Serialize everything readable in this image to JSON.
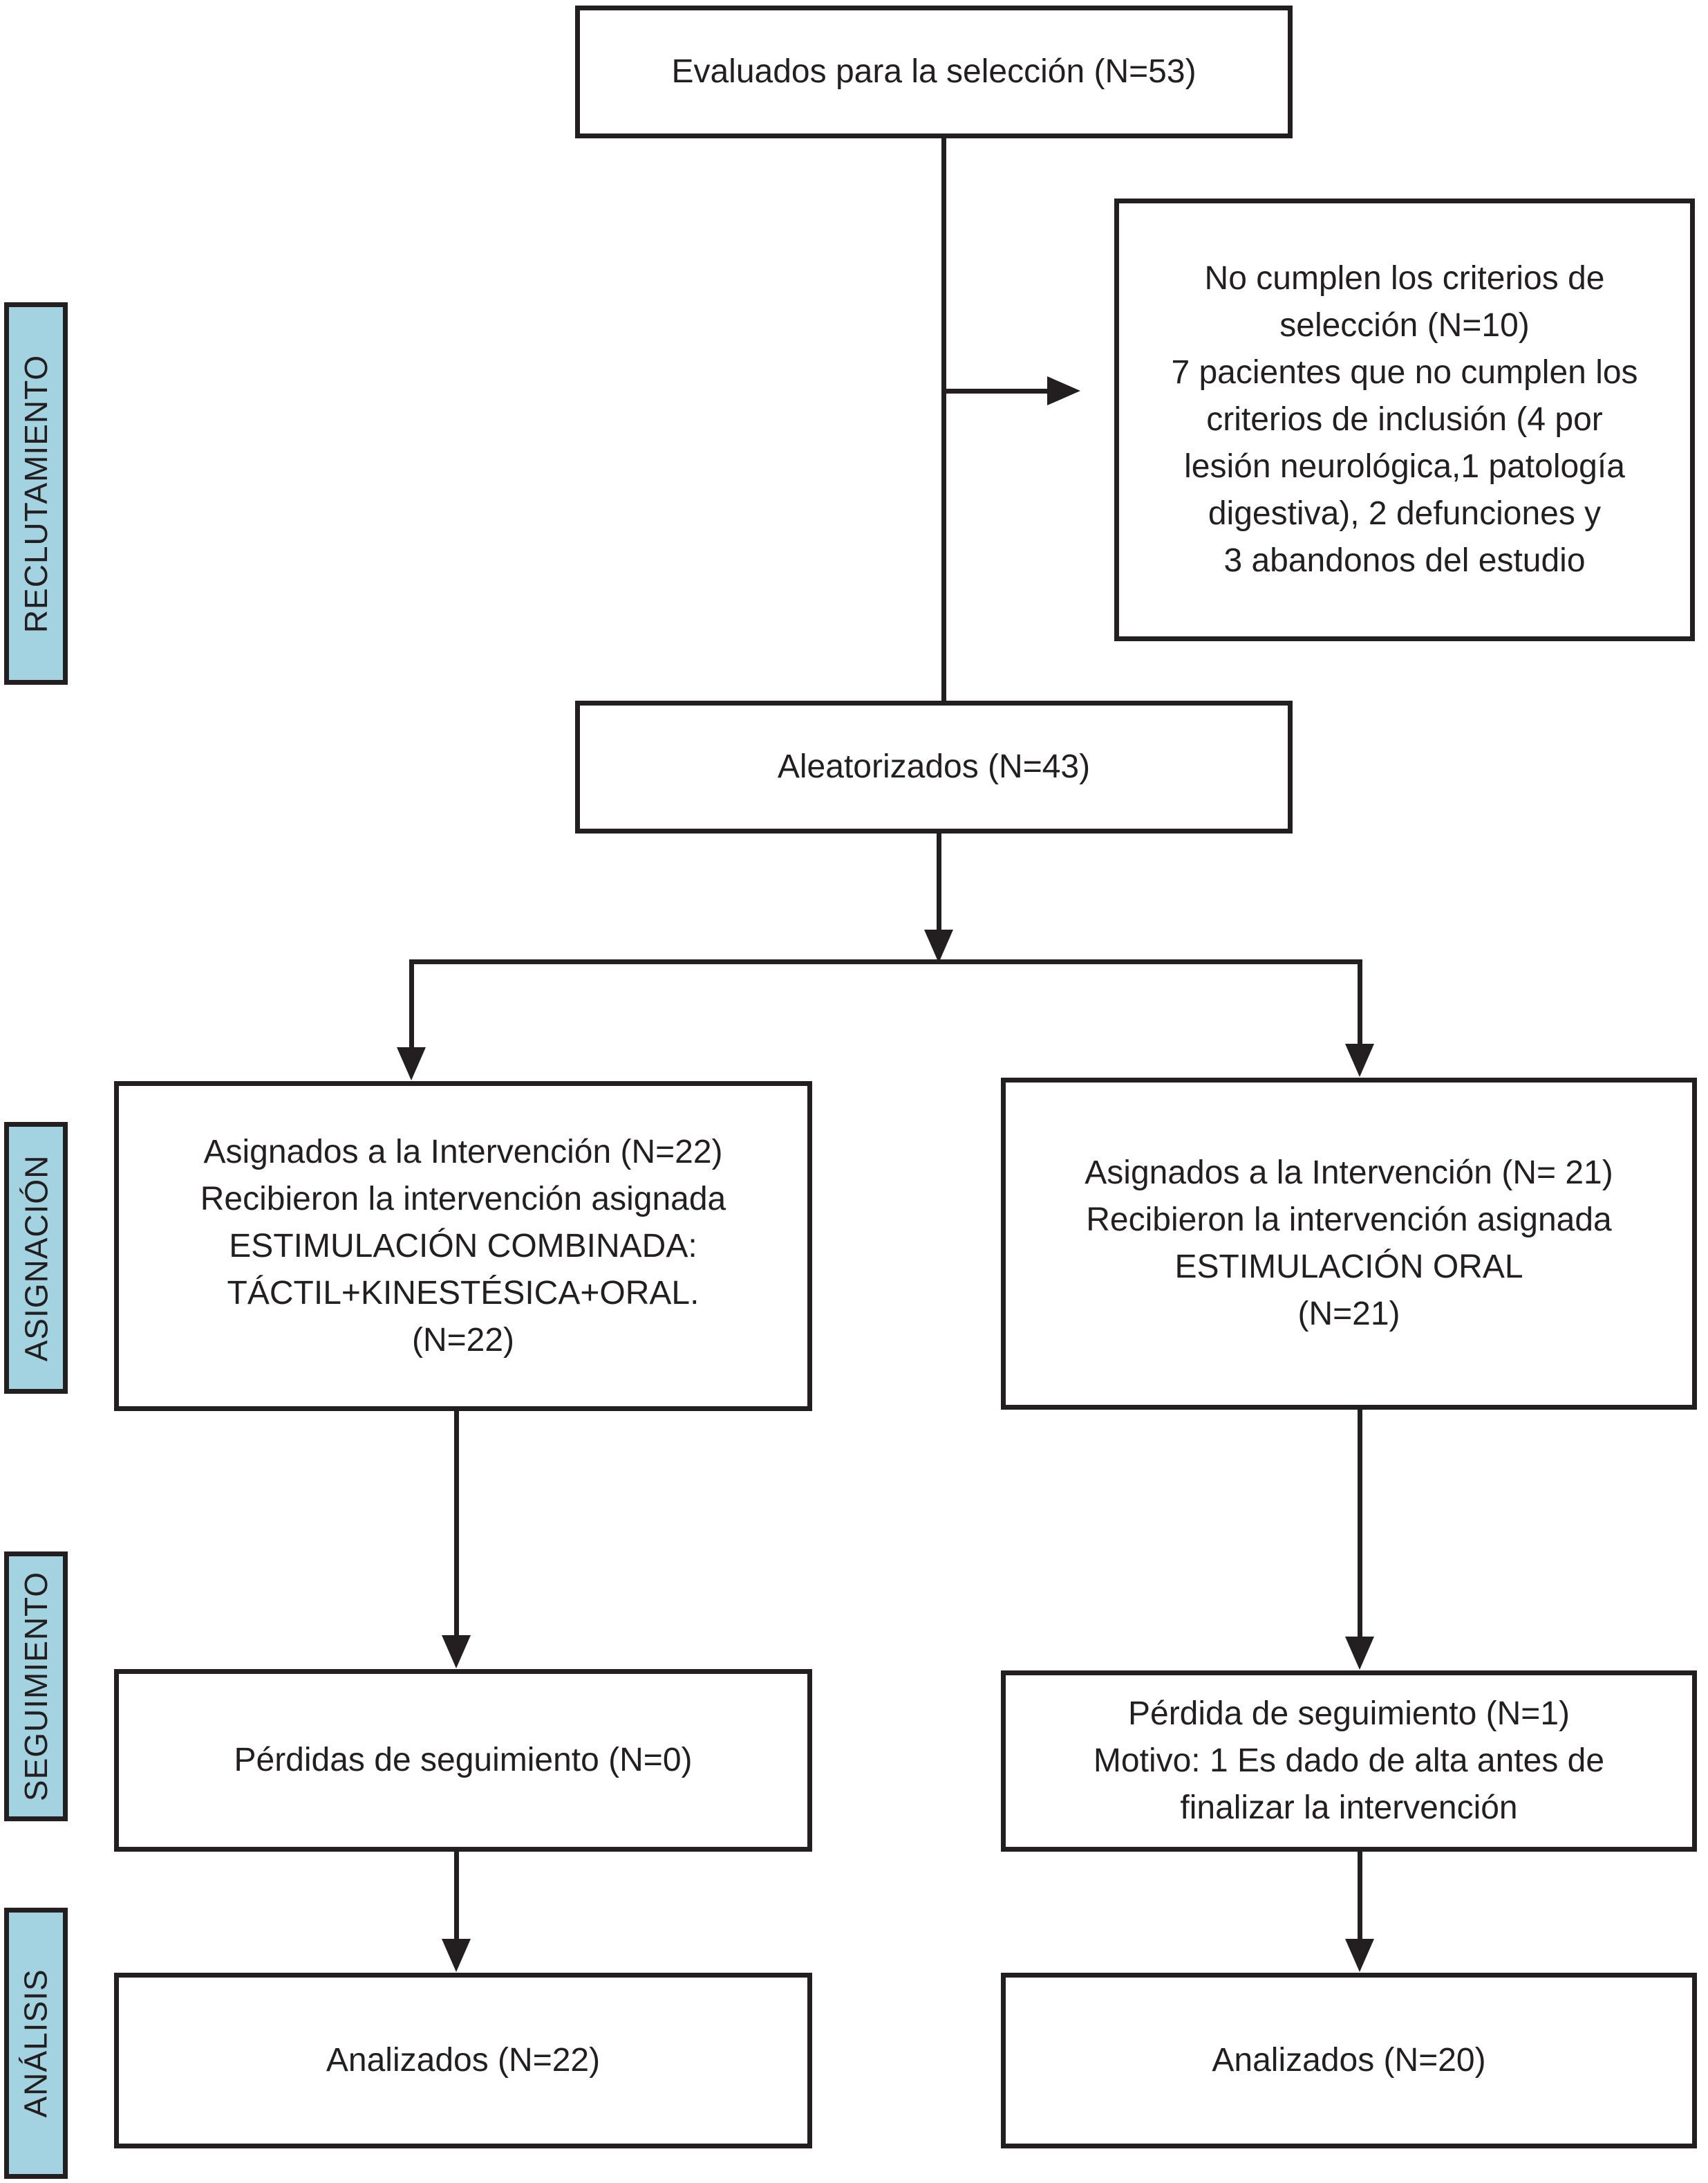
{
  "figure": {
    "type": "consort-flow-diagram",
    "language": "es",
    "stage_labels": {
      "reclutamiento": "RECLUTAMIENTO",
      "asignacion": "ASIGNACIÓN",
      "seguimiento": "SEGUIMIENTO",
      "analisis": "ANÁLISIS"
    },
    "boxes": {
      "evaluados": "Evaluados para la selección (N=53)",
      "no_cumplen": "No cumplen los criterios de\nselección (N=10)\n7 pacientes que no cumplen los\ncriterios de inclusión (4 por\nlesión neurológica,1 patología\ndigestiva), 2 defunciones y\n3 abandonos del estudio",
      "aleatorizados": "Aleatorizados (N=43)",
      "asignados_combinada": "Asignados a la Intervención (N=22)\nRecibieron la intervención asignada\nESTIMULACIÓN COMBINADA:\nTÁCTIL+KINESTÉSICA+ORAL.\n(N=22)",
      "asignados_oral": "Asignados a la Intervención (N= 21)\nRecibieron la intervención asignada\nESTIMULACIÓN ORAL\n(N=21)",
      "perdidas_combinada": "Pérdidas de seguimiento (N=0)",
      "perdida_oral": "Pérdida de seguimiento (N=1)\nMotivo: 1 Es dado de alta antes de\nfinalizar la intervención",
      "analizados_combinada": "Analizados (N=22)",
      "analizados_oral": "Analizados (N=20)"
    },
    "colors": {
      "stage_fill": "#a3d3e0",
      "line": "#231f20",
      "box_fill": "#ffffff"
    }
  }
}
